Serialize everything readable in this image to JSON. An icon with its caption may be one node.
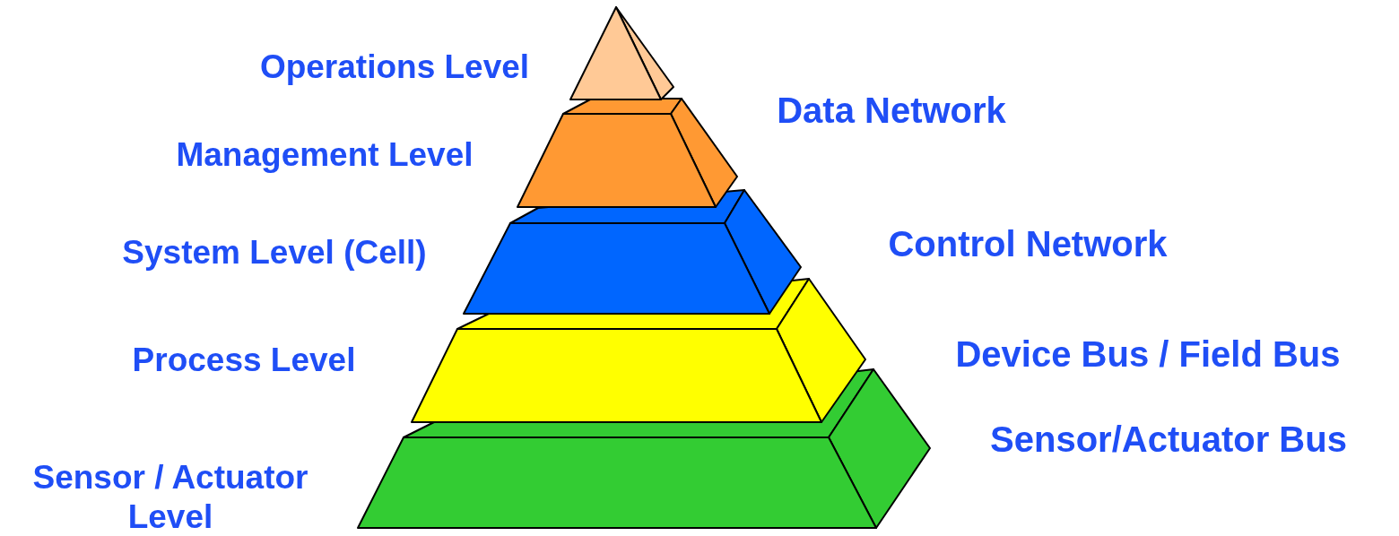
{
  "diagram": {
    "nodes": [
      {
        "text": [],
        "shape": "triangle",
        "beside": [
          "Operations Level"
        ]
      },
      {
        "text": [],
        "shape": "trapezoid",
        "beside": [
          "Management Level"
        ]
      },
      {
        "text": [],
        "shape": "trapezoid",
        "beside": [
          "System Level (Cell)"
        ]
      },
      {
        "text": [],
        "shape": "trapezoid",
        "beside": [
          "Process Level"
        ]
      },
      {
        "text": [],
        "shape": "trapezoid",
        "beside": [
          "Sensor / Actuator Level"
        ]
      }
    ],
    "edges": [],
    "labels": [
      "Data Network",
      "Control Network",
      "Device Bus / Field Bus",
      "Sensor/Actuator Bus"
    ]
  }
}
